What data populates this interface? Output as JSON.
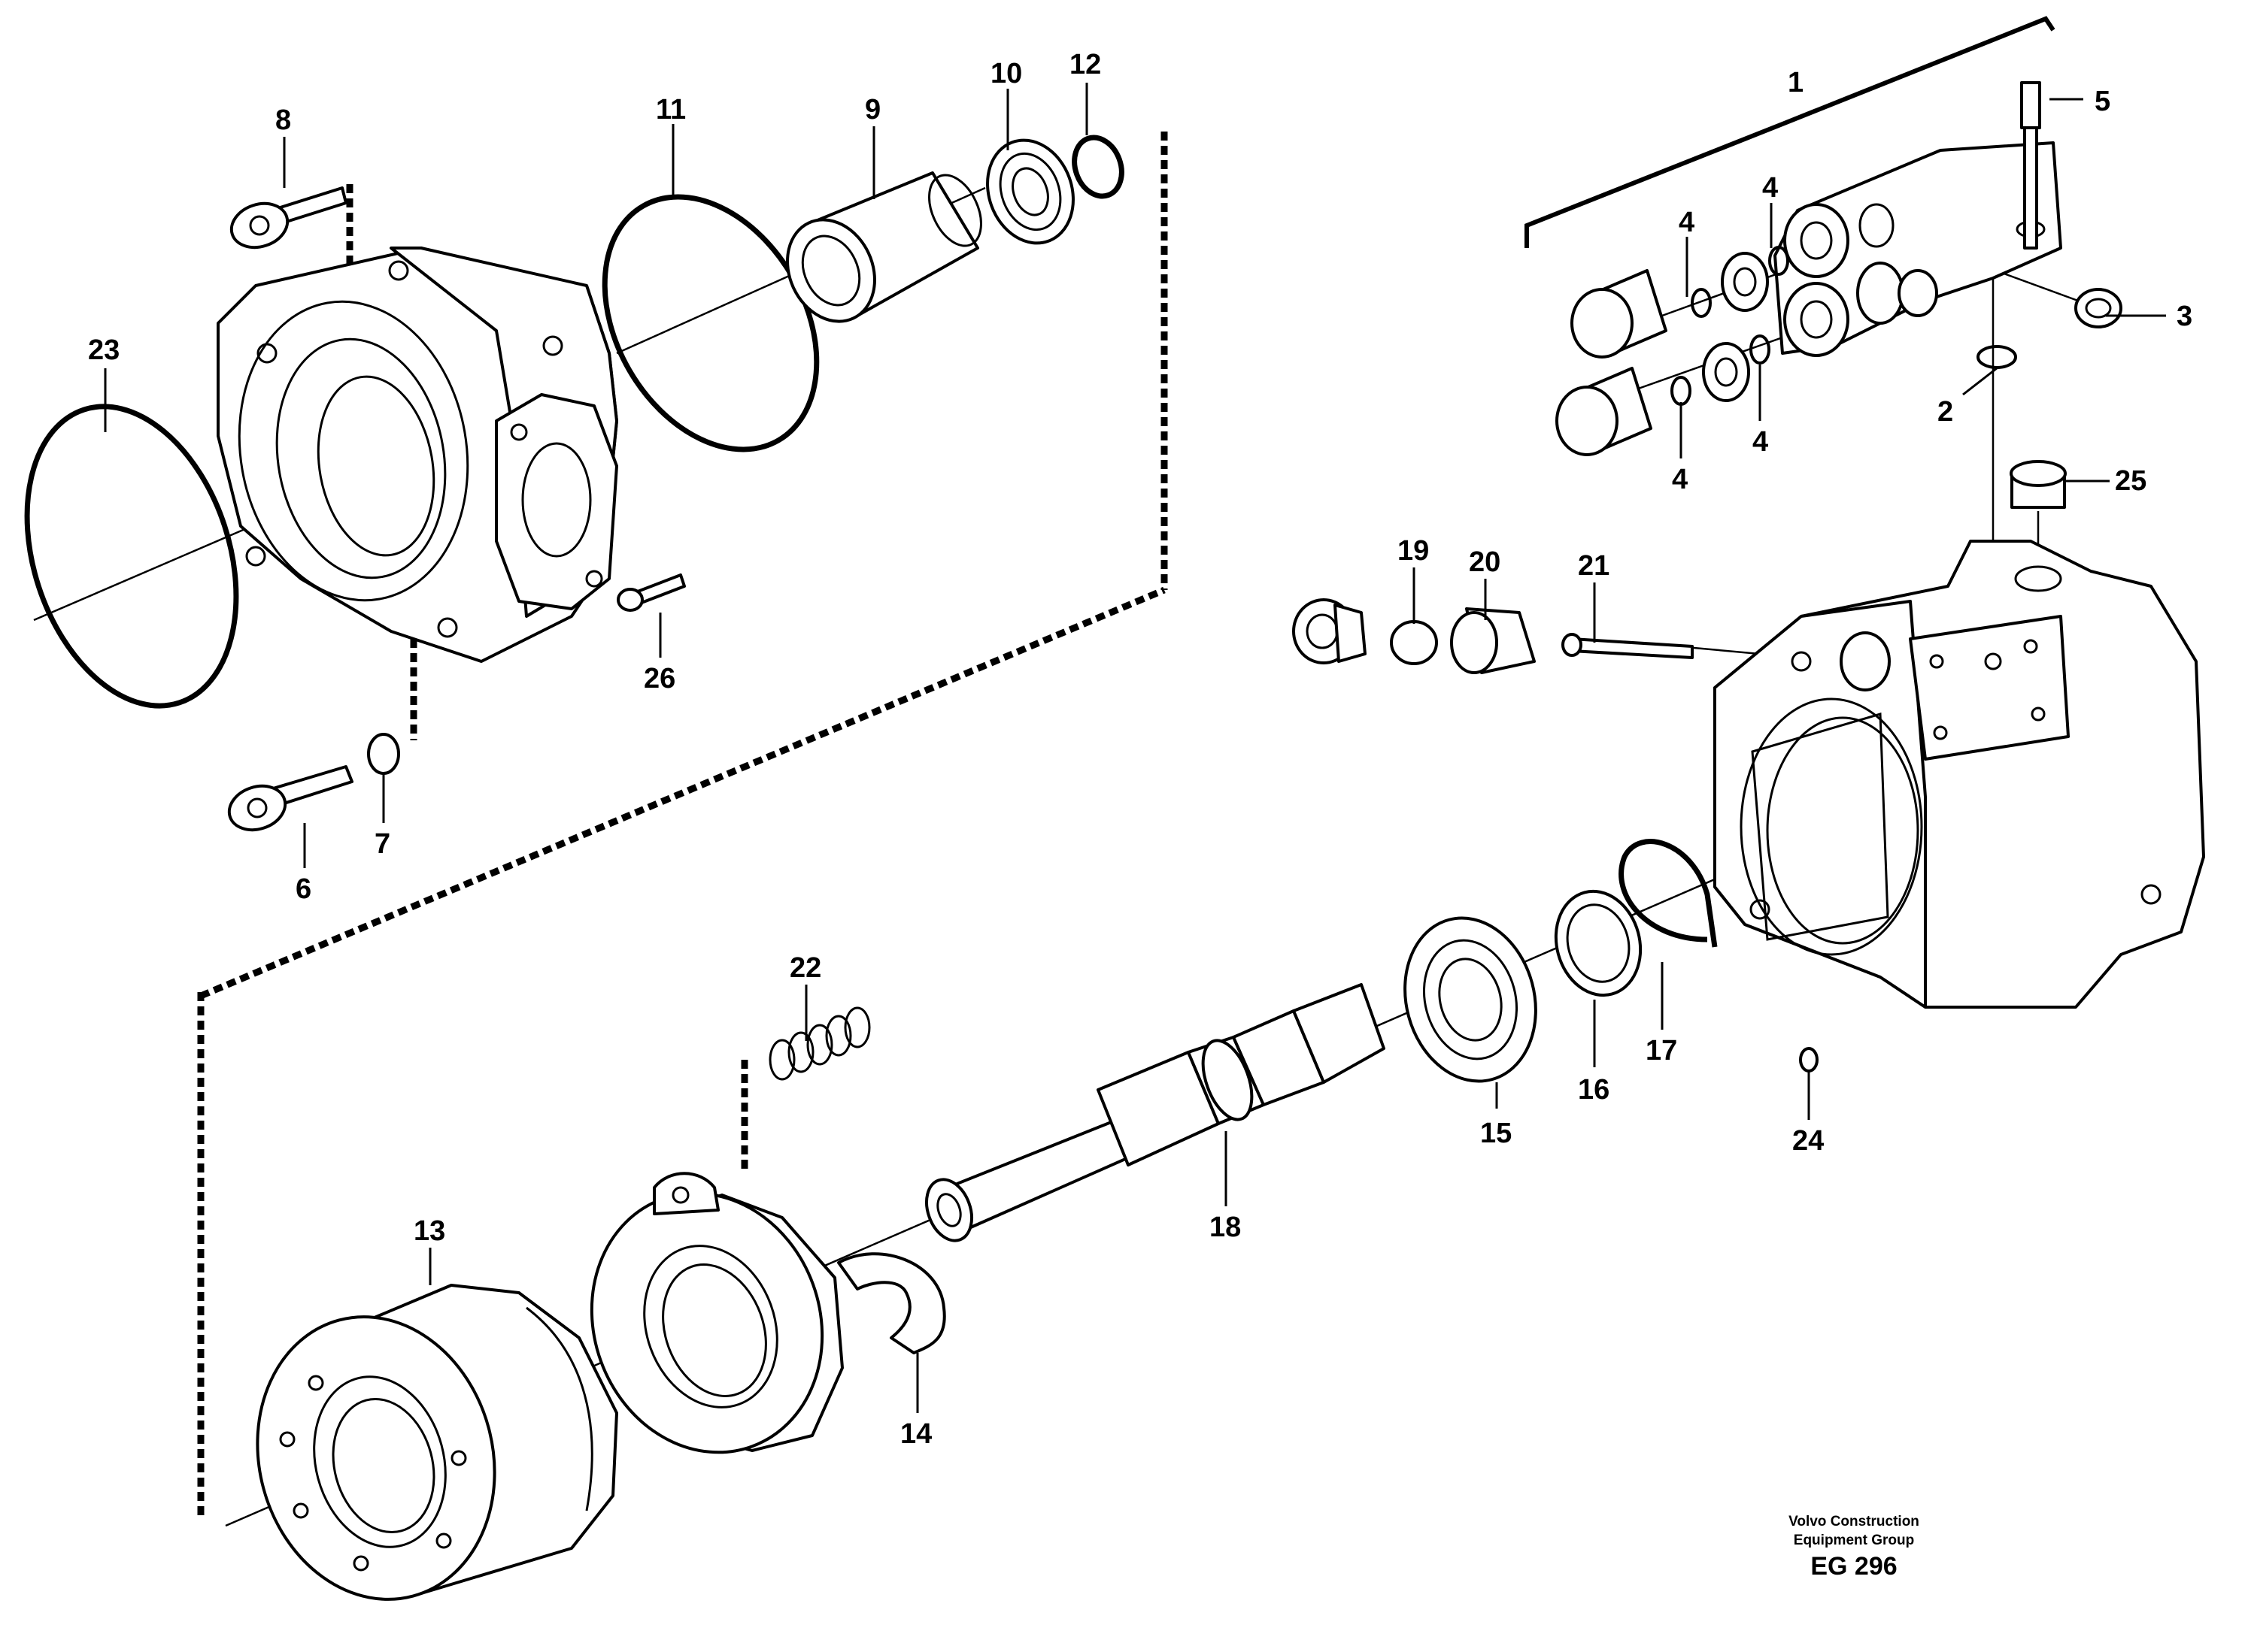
{
  "callouts": [
    "1",
    "2",
    "3",
    "4",
    "4",
    "4",
    "4",
    "5",
    "6",
    "7",
    "8",
    "9",
    "10",
    "11",
    "12",
    "13",
    "14",
    "15",
    "16",
    "17",
    "18",
    "19",
    "20",
    "21",
    "22",
    "23",
    "24",
    "25",
    "26"
  ],
  "caption": {
    "line1": "Volvo Construction",
    "line2": "Equipment Group",
    "code": "EG 296"
  }
}
